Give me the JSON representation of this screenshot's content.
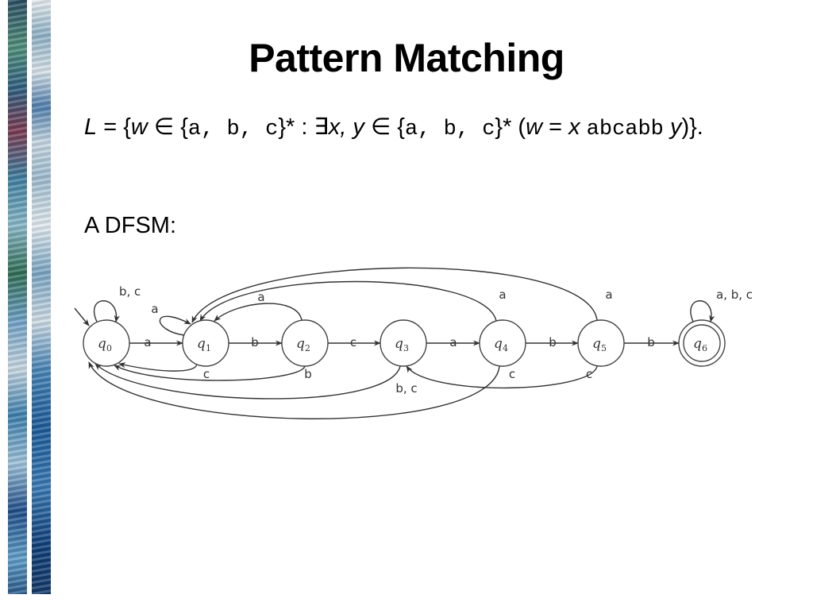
{
  "title": "Pattern Matching",
  "formula": {
    "L": "L",
    "eq": " = {",
    "w": "w",
    "in1": " ∈ {",
    "alpha1": "a, b, c",
    "star1": "}* : ∃",
    "xy": "x, y",
    "in2": " ∈ {",
    "alpha2": "a, b, c",
    "star2": "}* (",
    "w2": "w",
    "eq2": " = ",
    "x": "x",
    "pattern": "abcabb",
    "y": "y",
    "close": ")}."
  },
  "dfsm_label": "A DFSM:",
  "states": [
    {
      "id": "q0",
      "label": "q",
      "sub": "0",
      "start": true,
      "accepting": false
    },
    {
      "id": "q1",
      "label": "q",
      "sub": "1",
      "start": false,
      "accepting": false
    },
    {
      "id": "q2",
      "label": "q",
      "sub": "2",
      "start": false,
      "accepting": false
    },
    {
      "id": "q3",
      "label": "q",
      "sub": "3",
      "start": false,
      "accepting": false
    },
    {
      "id": "q4",
      "label": "q",
      "sub": "4",
      "start": false,
      "accepting": false
    },
    {
      "id": "q5",
      "label": "q",
      "sub": "5",
      "start": false,
      "accepting": false
    },
    {
      "id": "q6",
      "label": "q",
      "sub": "6",
      "start": false,
      "accepting": true
    }
  ],
  "transitions": [
    {
      "from": "q0",
      "to": "q0",
      "label": "b, c"
    },
    {
      "from": "q0",
      "to": "q1",
      "label": "a"
    },
    {
      "from": "q1",
      "to": "q1",
      "label": "a"
    },
    {
      "from": "q1",
      "to": "q2",
      "label": "b"
    },
    {
      "from": "q1",
      "to": "q0",
      "label": "c"
    },
    {
      "from": "q2",
      "to": "q1",
      "label": "a"
    },
    {
      "from": "q2",
      "to": "q3",
      "label": "c"
    },
    {
      "from": "q2",
      "to": "q0",
      "label": "b"
    },
    {
      "from": "q3",
      "to": "q4",
      "label": "a"
    },
    {
      "from": "q3",
      "to": "q0",
      "label": "b, c"
    },
    {
      "from": "q4",
      "to": "q5",
      "label": "b"
    },
    {
      "from": "q4",
      "to": "q1",
      "label": "a"
    },
    {
      "from": "q4",
      "to": "q0",
      "label": "c"
    },
    {
      "from": "q5",
      "to": "q6",
      "label": "b"
    },
    {
      "from": "q5",
      "to": "q1",
      "label": "a"
    },
    {
      "from": "q5",
      "to": "q3",
      "label": "c"
    },
    {
      "from": "q6",
      "to": "q6",
      "label": "a, b, c"
    }
  ],
  "colors": {
    "stroke": "#333333",
    "background": "#ffffff"
  }
}
